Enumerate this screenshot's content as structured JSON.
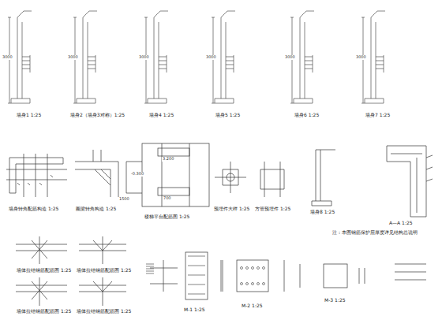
{
  "diagram": {
    "labels": [
      "墙身1 1:25",
      "墙身2（墙身3对称）1:25",
      "墙身4 1:25",
      "墙身5 1:25",
      "墙身6 1:25",
      "墙身7 1:25",
      "墙身转角配筋构造 1:25",
      "圈梁转角构造 1:25",
      "楼梯平台配筋图 1:25",
      "预埋件大样 1:25",
      "方管预埋件 1:25",
      "墙身8 1:25",
      "A—A 1:25",
      "注：本图钢筋保护层厚度详见结构总说明",
      "墙体拉结钢筋配筋图 1:25",
      "墙体拉结钢筋配筋图 1:25",
      "墙体拉结钢筋配筋图 1:25",
      "墙体拉结钢筋配筋图 1:25",
      "M-1 1:25",
      "M-2 1:25",
      "M-3 1:25",
      "3000",
      "3000",
      "3000",
      "3000",
      "3000",
      "3000",
      "-0.300",
      "3.200",
      "700",
      "1500"
    ]
  }
}
